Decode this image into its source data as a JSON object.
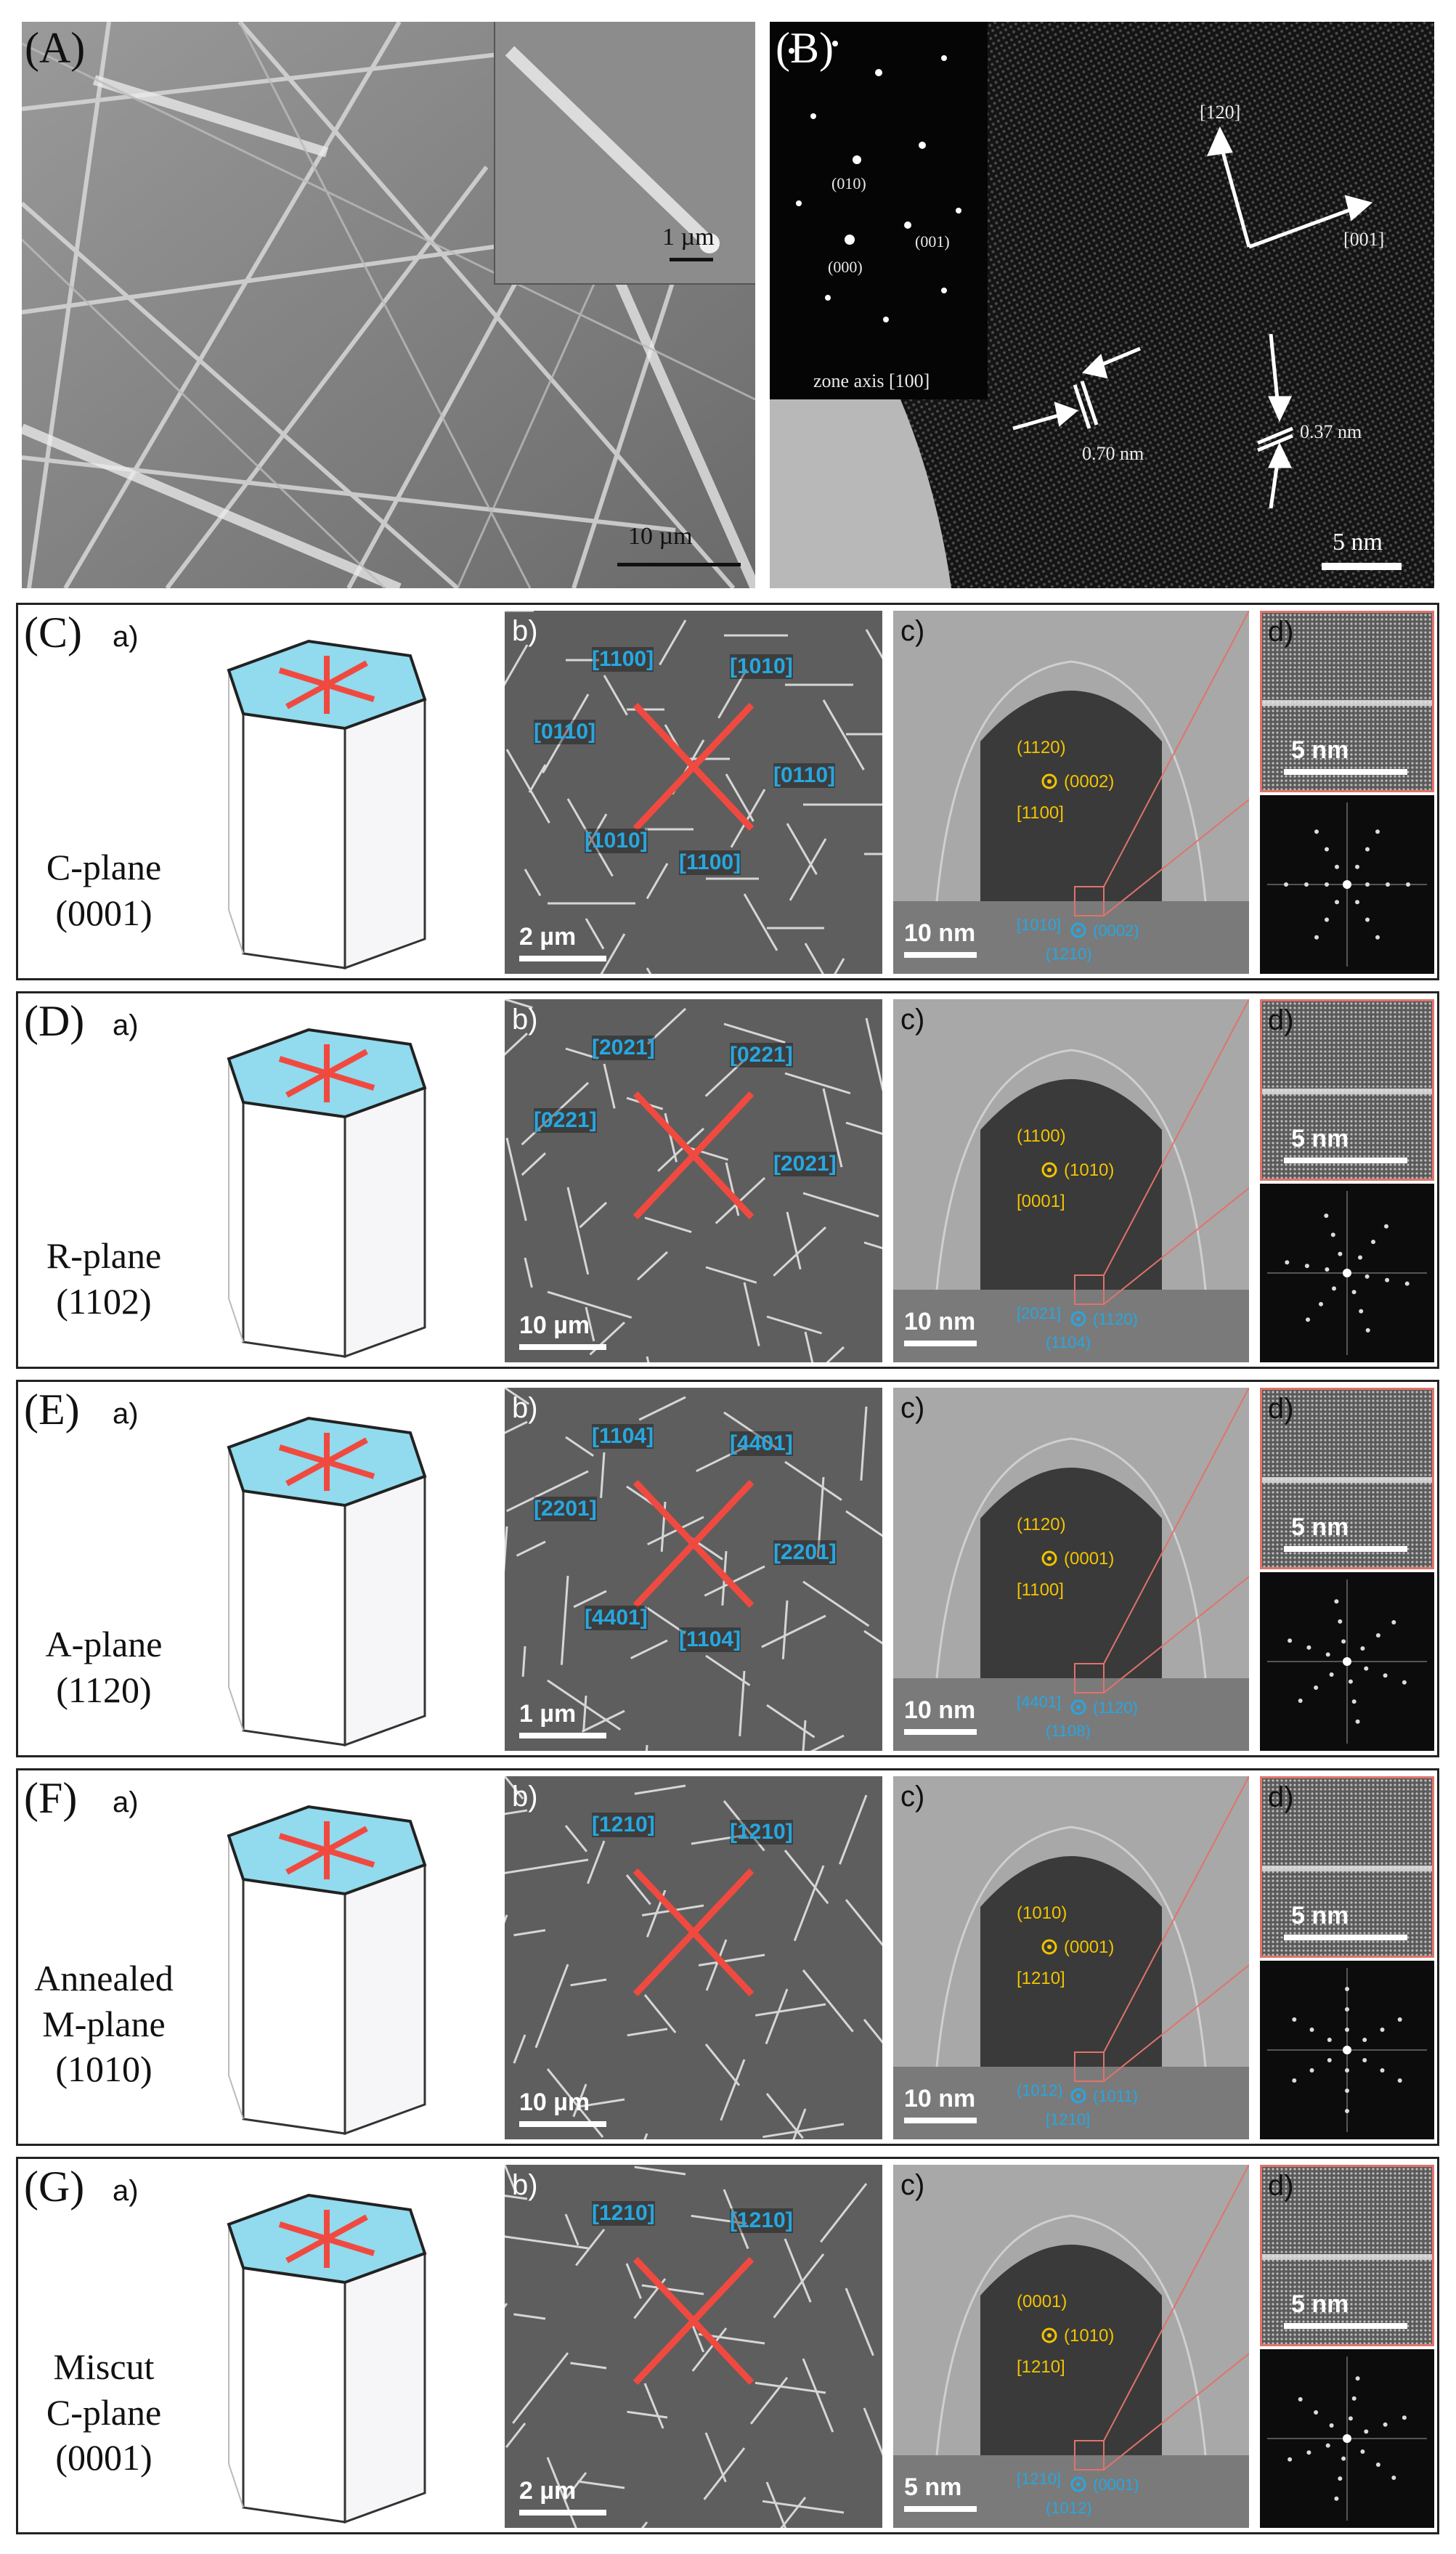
{
  "panel_A": {
    "label": "(A)",
    "scale_main": "10 µm",
    "scale_inset": "1 µm"
  },
  "panel_B": {
    "label": "(B)",
    "diffraction_spots": [
      "(010)",
      "(001)",
      "(000)"
    ],
    "zone_axis": "zone axis [100]",
    "dir_1": "[120]",
    "dir_2": "[001]",
    "spacing_1": "0.70 nm",
    "spacing_2": "0.37 nm",
    "scale": "5 nm"
  },
  "rows": [
    {
      "label": "(C)",
      "plane_lines": [
        "C-plane",
        "(0001)"
      ],
      "sub_a": "a)",
      "sub_b": "b)",
      "sub_c": "c)",
      "sub_d": "d)",
      "b_dirs": [
        "[1100]",
        "[1010]",
        "[0110]",
        "[0110]",
        "[1010]",
        "[1100]"
      ],
      "b_scale": "2 µm",
      "c_yellow": [
        "(1120)",
        "(0002)",
        "[1100]"
      ],
      "c_cyan": [
        "[1010]",
        "(0002)",
        "(1210)"
      ],
      "c_scale": "10 nm",
      "d_scale": "5 nm"
    },
    {
      "label": "(D)",
      "plane_lines": [
        "R-plane",
        "(1102)"
      ],
      "sub_a": "a)",
      "sub_b": "b)",
      "sub_c": "c)",
      "sub_d": "d)",
      "b_dirs": [
        "[2021]",
        "[0221]",
        "[0221]",
        "[2021]"
      ],
      "b_scale": "10 µm",
      "c_yellow": [
        "(1100)",
        "(1010)",
        "[0001]"
      ],
      "c_cyan": [
        "[2021]",
        "(1120)",
        "(1104)"
      ],
      "c_scale": "10 nm",
      "d_scale": "5 nm"
    },
    {
      "label": "(E)",
      "plane_lines": [
        "A-plane",
        "(1120)"
      ],
      "sub_a": "a)",
      "sub_b": "b)",
      "sub_c": "c)",
      "sub_d": "d)",
      "b_dirs": [
        "[1104]",
        "[4401]",
        "[2201]",
        "[2201]",
        "[4401]",
        "[1104]"
      ],
      "b_scale": "1 µm",
      "c_yellow": [
        "(1120)",
        "(0001)",
        "[1100]"
      ],
      "c_cyan": [
        "[4401]",
        "(1120)",
        "(1108)"
      ],
      "c_scale": "10 nm",
      "d_scale": "5 nm"
    },
    {
      "label": "(F)",
      "plane_lines": [
        "Annealed",
        "M-plane",
        "(1010)"
      ],
      "sub_a": "a)",
      "sub_b": "b)",
      "sub_c": "c)",
      "sub_d": "d)",
      "b_dirs": [
        "[1210]",
        "[1210]"
      ],
      "b_scale": "10 µm",
      "c_yellow": [
        "(1010)",
        "(0001)",
        "[1210]"
      ],
      "c_cyan": [
        "(1012)",
        "(1011)",
        "[1210]"
      ],
      "c_scale": "10 nm",
      "d_scale": "5 nm"
    },
    {
      "label": "(G)",
      "plane_lines": [
        "Miscut",
        "C-plane",
        "(0001)"
      ],
      "sub_a": "a)",
      "sub_b": "b)",
      "sub_c": "c)",
      "sub_d": "d)",
      "b_dirs": [
        "[1210]",
        "[1210]"
      ],
      "b_scale": "2 µm",
      "c_yellow": [
        "(0001)",
        "(1010)",
        "[1210]"
      ],
      "c_cyan": [
        "[1210]",
        "(0001)",
        "(1012)"
      ],
      "c_scale": "5 nm",
      "d_scale": "5 nm"
    }
  ],
  "colors": {
    "cyan_label": "#27a7e0",
    "yellow_label": "#f2c300",
    "arrow_red": "#f04a40",
    "plane_blue": "#7fd3ea",
    "frame_red": "#e0736b"
  }
}
